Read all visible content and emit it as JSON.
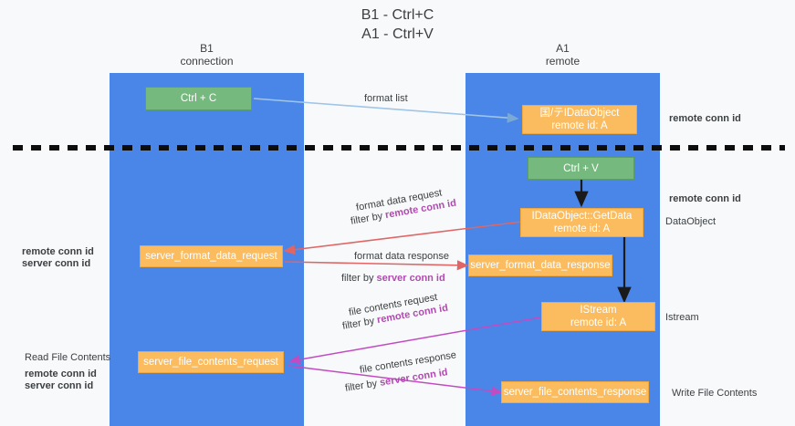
{
  "title": "B1 - Ctrl+C\nA1 - Ctrl+V",
  "lanes": [
    {
      "id": "b1",
      "name": "B1",
      "role": "connection"
    },
    {
      "id": "a1",
      "name": "A1",
      "role": "remote"
    }
  ],
  "boxes": {
    "ctrl_c": "Ctrl + C",
    "ctrl_v": "Ctrl + V",
    "idataobject_top_line1": "国/テIDataObject",
    "idataobject_top_line2": "remote id: A",
    "getdata_line1": "IDataObject::GetData",
    "getdata_line2": "remote id: A",
    "istream_line1": "IStream",
    "istream_line2": "remote id: A",
    "server_format_data_request": "server_format_data_request",
    "server_format_data_response": "server_format_data_response",
    "server_file_contents_request": "server_file_contents_request",
    "server_file_contents_response": "server_file_contents_response"
  },
  "arrow_labels": {
    "format_list": "format list",
    "format_data_request": "format data request",
    "format_data_request_filter_prefix": "filter by ",
    "format_data_request_filter_key": "remote conn id",
    "format_data_response": "format data response",
    "format_data_response_filter_prefix": "filter by ",
    "format_data_response_filter_key": "server conn id",
    "file_contents_request": "file contents request",
    "file_contents_request_filter_prefix": "filter by ",
    "file_contents_request_filter_key": "remote conn id",
    "file_contents_response": "file contents response",
    "file_contents_response_filter_prefix": "filter by ",
    "file_contents_response_filter_key": "server conn id"
  },
  "side_labels": {
    "right_remote_conn_id_top": "remote conn id",
    "right_remote_conn_id_mid": "remote conn id",
    "right_dataobject": "DataObject",
    "right_istream": "Istream",
    "right_write_file_contents": "Write File Contents",
    "left_remote_conn_id_mid": "remote conn id",
    "left_server_conn_id_mid": "server conn id",
    "left_read_file_contents": "Read File Contents",
    "left_remote_conn_id_bottom": "remote conn id",
    "left_server_conn_id_bottom": "server conn id"
  },
  "colors": {
    "lane": "#4a86e8",
    "green_box": "#76b97f",
    "orange_box": "#fbbc5f",
    "purple": "#a64d9a",
    "magenta": "#c24bc2",
    "green_text": "#77bb77",
    "red_arrow": "#e06666",
    "blue_arrow": "#9fc5e8",
    "background": "#f8f9fa",
    "divider": "#000000"
  }
}
